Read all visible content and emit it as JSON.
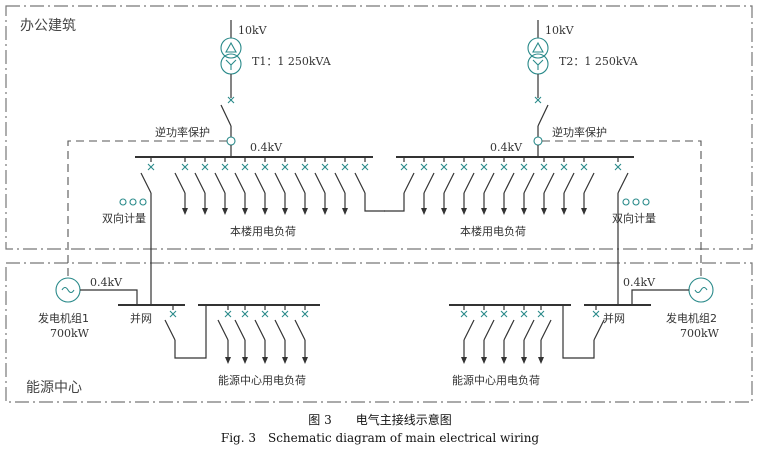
{
  "zones": {
    "office": "办公建筑",
    "energy": "能源中心"
  },
  "left": {
    "hv": "10kV",
    "transformer": "T1：1 250kVA",
    "protection": "逆功率保护",
    "bus_voltage": "0.4kV",
    "metering": "双向计量",
    "building_load": "本楼用电负荷",
    "gen_voltage": "0.4kV",
    "parallel": "并网",
    "generator": "发电机组1",
    "generator_power": "700kW",
    "energy_load": "能源中心用电负荷"
  },
  "right": {
    "hv": "10kV",
    "transformer": "T2：1 250kVA",
    "protection": "逆功率保护",
    "bus_voltage": "0.4kV",
    "metering": "双向计量",
    "building_load": "本楼用电负荷",
    "gen_voltage": "0.4kV",
    "parallel": "并网",
    "generator": "发电机组2",
    "generator_power": "700kW",
    "energy_load": "能源中心用电负荷"
  },
  "caption": {
    "cn": "图 3　　电气主接线示意图",
    "en": "Fig. 3　Schematic diagram of main electrical wiring"
  },
  "colors": {
    "line": "#333333",
    "symbol": "#2a8a8a"
  }
}
